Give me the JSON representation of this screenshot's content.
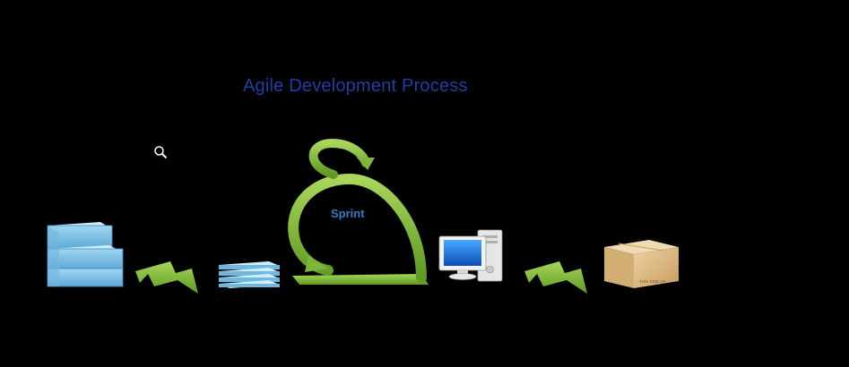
{
  "diagram": {
    "title": "Agile Development Process",
    "sprint_label": "Sprint",
    "box_stamp": "THIS SIDE UP",
    "colors": {
      "background": "#000000",
      "title": "#1f3fa6",
      "sprint_label": "#2f7fc9",
      "arrow_green": "#7fb53a",
      "stack_blue": "#8fd0f0",
      "box_tan": "#d9b67f"
    },
    "icons": {
      "zoom": "magnifier-cursor-icon",
      "product_backlog": "stacked-blocks-icon",
      "sprint_backlog": "stacked-plates-icon",
      "sprint_cycle": "circular-arrow-icon",
      "working_increment": "desktop-computer-icon",
      "release": "shipping-box-icon"
    }
  }
}
